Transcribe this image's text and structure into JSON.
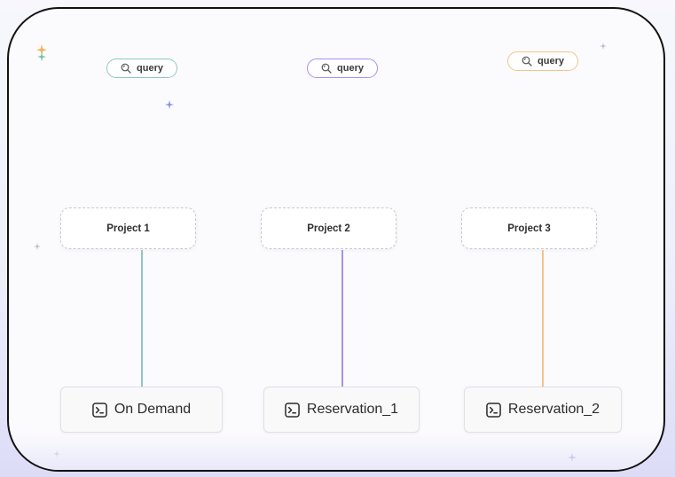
{
  "colors": {
    "teal": "#8fc7c2",
    "purple": "#a98ff0",
    "orange": "#f2c38f",
    "star_gray": "#b9bbcf",
    "star_purple": "#8a92e0",
    "star_gold": "#f0b35a",
    "star_green": "#6fc2a8"
  },
  "queries": [
    {
      "label": "query",
      "icon": "search-icon"
    },
    {
      "label": "query",
      "icon": "search-icon"
    },
    {
      "label": "query",
      "icon": "search-icon"
    }
  ],
  "projects": [
    {
      "label": "Project 1"
    },
    {
      "label": "Project 2"
    },
    {
      "label": "Project 3"
    }
  ],
  "resources": [
    {
      "label": "On Demand",
      "icon": "terminal-icon"
    },
    {
      "label": "Reservation_1",
      "icon": "terminal-icon"
    },
    {
      "label": "Reservation_2",
      "icon": "terminal-icon"
    }
  ],
  "decorations": {
    "sparkle_icon": "sparkle-icon",
    "star_icon": "star-icon"
  }
}
